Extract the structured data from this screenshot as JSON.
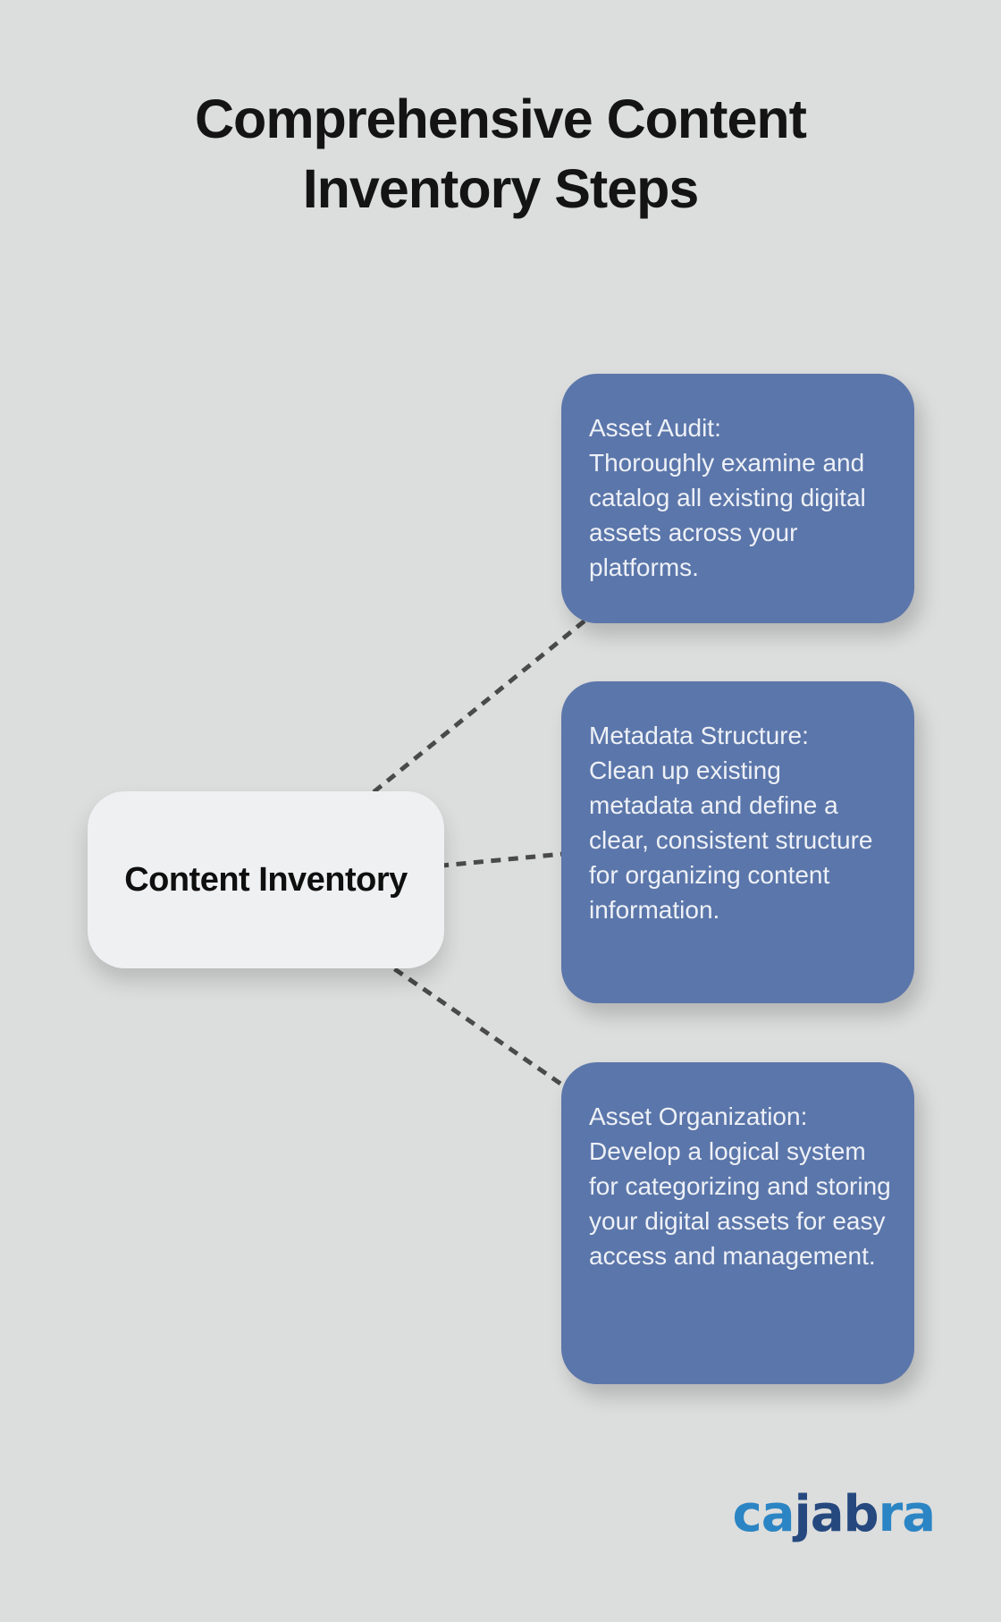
{
  "title": {
    "line1": "Comprehensive Content",
    "line2": "Inventory Steps"
  },
  "center_node": {
    "label": "Content Inventory"
  },
  "steps": [
    {
      "heading": "Asset Audit:",
      "body": "Thoroughly examine and catalog all existing digital assets across your platforms."
    },
    {
      "heading": "Metadata Structure:",
      "body": "Clean up existing metadata and define a clear, consistent structure for organizing content information."
    },
    {
      "heading": "Asset Organization:",
      "body": "Develop a logical system for categorizing and storing your digital assets for easy access and management."
    }
  ],
  "logo": {
    "segments": [
      {
        "text": "ca"
      },
      {
        "text": "jab"
      },
      {
        "text": "ra"
      }
    ],
    "full_name": "cajabra"
  },
  "colors": {
    "background": "#dcdddd",
    "step_box": "#5b76aa",
    "step_text": "#eef1f7",
    "node_bg": "#eff0f1",
    "node_text": "#0f0f0f",
    "title_text": "#141414",
    "connector": "#4a4a4a",
    "logo_light_blue": "#2b85c4",
    "logo_dark_blue": "#25497f"
  }
}
